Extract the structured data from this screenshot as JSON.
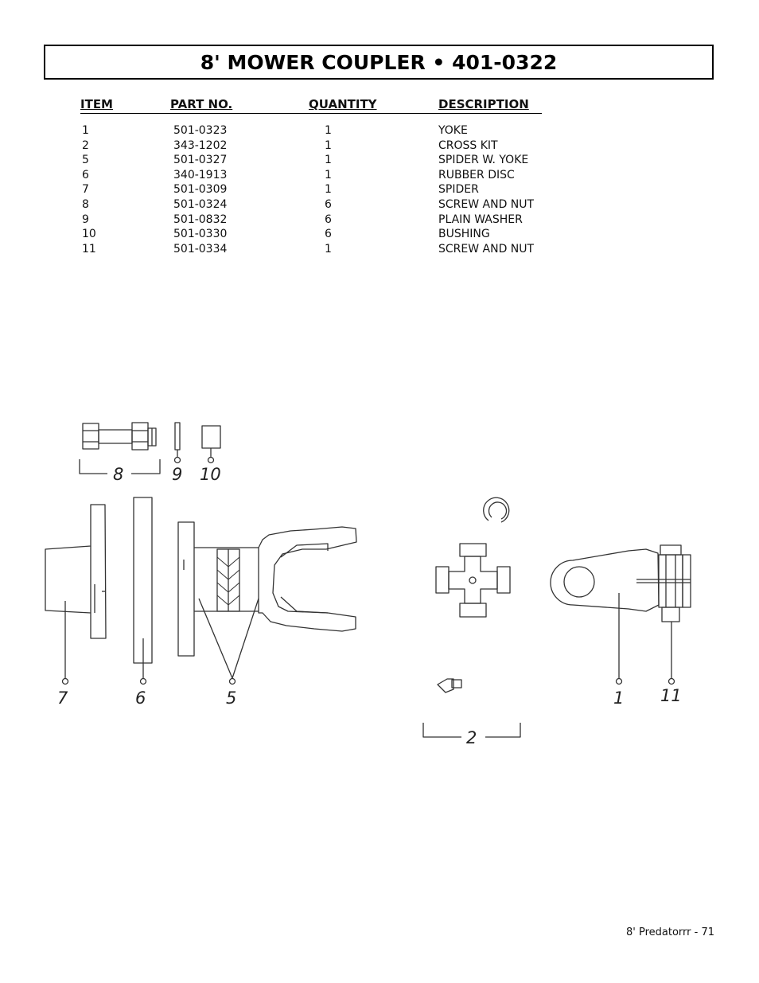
{
  "title": "8' MOWER COUPLER • 401-0322",
  "table": {
    "headers": {
      "item": "ITEM",
      "part": "PART NO.",
      "qty": "QUANTITY",
      "desc": "DESCRIPTION"
    },
    "rows": [
      {
        "item": "1",
        "part": "501-0323",
        "qty": "1",
        "desc": "YOKE"
      },
      {
        "item": "2",
        "part": "343-1202",
        "qty": "1",
        "desc": "CROSS KIT"
      },
      {
        "item": "5",
        "part": "501-0327",
        "qty": "1",
        "desc": "SPIDER W. YOKE"
      },
      {
        "item": "6",
        "part": "340-1913",
        "qty": "1",
        "desc": "RUBBER DISC"
      },
      {
        "item": "7",
        "part": "501-0309",
        "qty": "1",
        "desc": "SPIDER"
      },
      {
        "item": "8",
        "part": "501-0324",
        "qty": "6",
        "desc": "SCREW AND NUT"
      },
      {
        "item": "9",
        "part": "501-0832",
        "qty": "6",
        "desc": "PLAIN WASHER"
      },
      {
        "item": "10",
        "part": "501-0330",
        "qty": "6",
        "desc": "BUSHING"
      },
      {
        "item": "11",
        "part": "501-0334",
        "qty": "1",
        "desc": "SCREW AND NUT"
      }
    ]
  },
  "diagram": {
    "callouts": {
      "c8": "8",
      "c9": "9",
      "c10": "10",
      "c7": "7",
      "c6": "6",
      "c5": "5",
      "c2": "2",
      "c1": "1",
      "c11": "11"
    }
  },
  "footer": "8' Predatorrr - 71"
}
